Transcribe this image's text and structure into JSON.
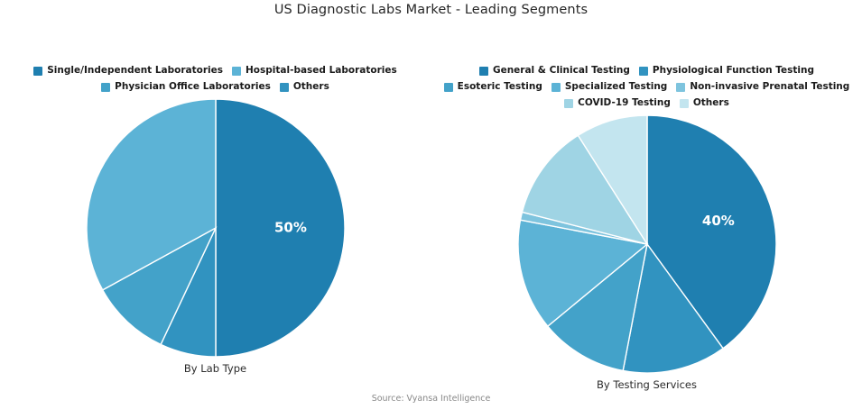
{
  "title": "US Diagnostic Labs Market - Leading Segments",
  "source": "Source: Vyansa Intelligence",
  "palette": {
    "c1": "#1f7fb0",
    "c2": "#3193c0",
    "c3": "#43a2c9",
    "c4": "#5cb3d6",
    "c5": "#7ec4de",
    "c6": "#9fd4e4",
    "c7": "#c3e5ef",
    "label_text": "#ffffff",
    "title_text": "#262626",
    "source_text": "#888888"
  },
  "panels": [
    {
      "caption": "By Lab Type",
      "center_label": "50%"
    },
    {
      "caption": "By Testing Services",
      "center_label": "40%"
    }
  ],
  "chart_data": [
    {
      "type": "pie",
      "title": "By Lab Type",
      "labels": [
        "Single/Independent Laboratories",
        "Hospital-based Laboratories",
        "Physician Office Laboratories",
        "Others"
      ],
      "values": [
        50,
        33,
        10,
        7
      ],
      "colors": [
        "#1f7fb0",
        "#5cb3d6",
        "#43a2c9",
        "#3193c0"
      ],
      "slice_order_clockwise_from_12": [
        {
          "label": "Single/Independent Laboratories",
          "value": 50,
          "color": "#1f7fb0",
          "data_label": "50%"
        },
        {
          "label": "Others",
          "value": 7,
          "color": "#3193c0",
          "data_label": ""
        },
        {
          "label": "Physician Office Laboratories",
          "value": 10,
          "color": "#43a2c9",
          "data_label": ""
        },
        {
          "label": "Hospital-based Laboratories",
          "value": 33,
          "color": "#5cb3d6",
          "data_label": ""
        }
      ],
      "legend_position": "top",
      "units": "percent"
    },
    {
      "type": "pie",
      "title": "By Testing Services",
      "labels": [
        "General & Clinical Testing",
        "Physiological Function Testing",
        "Esoteric Testing",
        "Specialized Testing",
        "Non-invasive Prenatal Testing",
        "COVID-19 Testing",
        "Others"
      ],
      "values": [
        40,
        13,
        11,
        14,
        1,
        12,
        9
      ],
      "colors": [
        "#1f7fb0",
        "#3193c0",
        "#43a2c9",
        "#5cb3d6",
        "#7ec4de",
        "#9fd4e4",
        "#c3e5ef"
      ],
      "slice_order_clockwise_from_12": [
        {
          "label": "General & Clinical Testing",
          "value": 40,
          "color": "#1f7fb0",
          "data_label": "40%"
        },
        {
          "label": "Physiological Function Testing",
          "value": 13,
          "color": "#3193c0",
          "data_label": ""
        },
        {
          "label": "Esoteric Testing",
          "value": 11,
          "color": "#43a2c9",
          "data_label": ""
        },
        {
          "label": "Specialized Testing",
          "value": 14,
          "color": "#5cb3d6",
          "data_label": ""
        },
        {
          "label": "Non-invasive Prenatal Testing",
          "value": 1,
          "color": "#7ec4de",
          "data_label": ""
        },
        {
          "label": "COVID-19 Testing",
          "value": 12,
          "color": "#9fd4e4",
          "data_label": ""
        },
        {
          "label": "Others",
          "value": 9,
          "color": "#c3e5ef",
          "data_label": ""
        }
      ],
      "legend_position": "top",
      "units": "percent"
    }
  ]
}
